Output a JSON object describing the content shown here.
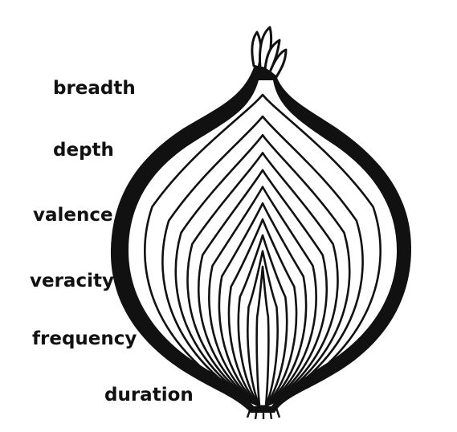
{
  "layer_labels": [
    "breadth",
    "depth",
    "valence",
    "veracity",
    "frequency",
    "duration"
  ],
  "colors": {
    "ink": "#111111",
    "background": "#ffffff"
  },
  "icon": "onion-cross-section-icon"
}
